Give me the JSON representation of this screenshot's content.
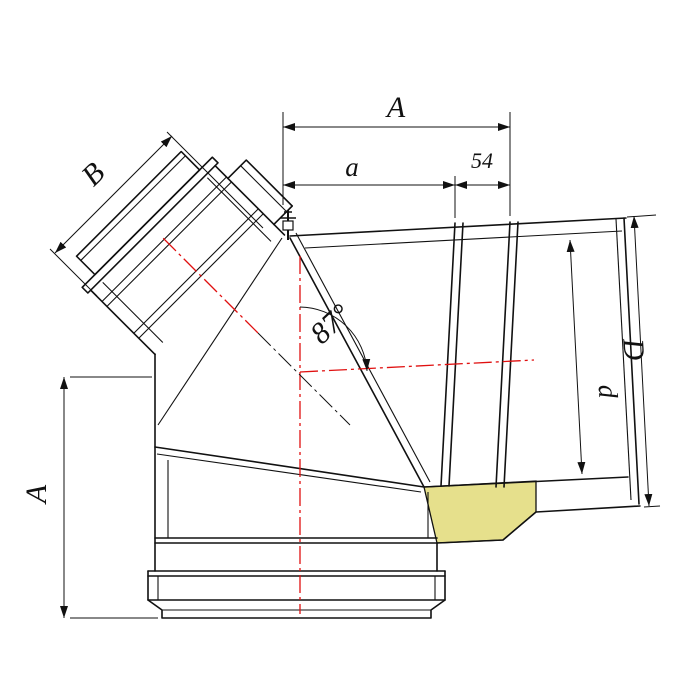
{
  "drawing": {
    "labels": {
      "length_total": "A",
      "length_a": "a",
      "socket_length": "54",
      "branch_length": "B",
      "height": "A",
      "outer_diameter": "D",
      "inner_diameter": "d",
      "angle": "87°"
    },
    "colors": {
      "line": "#111111",
      "centerline": "#e01010",
      "insulation": "#e6e08c",
      "background": "#ffffff"
    }
  }
}
